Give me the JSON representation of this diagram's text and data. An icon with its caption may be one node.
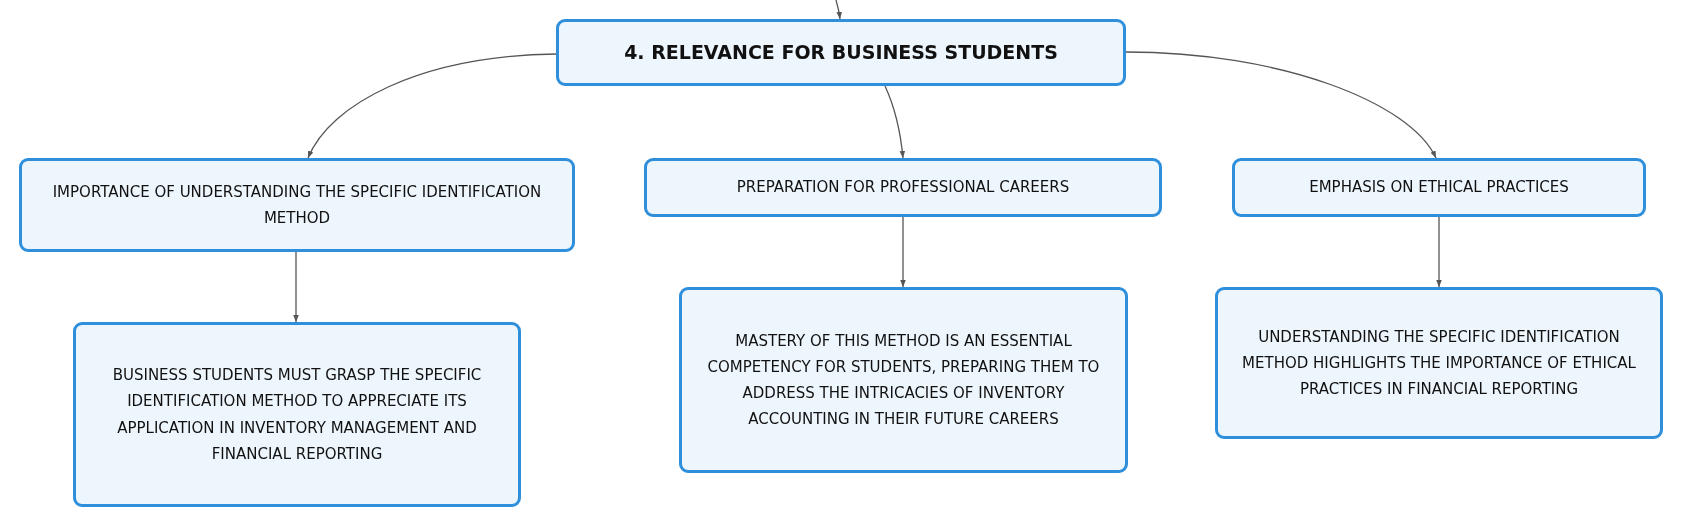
{
  "diagram": {
    "nodes": [
      {
        "text": [
          "4. RELEVANCE FOR BUSINESS STUDENTS"
        ]
      },
      {
        "text": [
          "IMPORTANCE OF UNDERSTANDING THE SPECIFIC IDENTIFICATION METHOD"
        ]
      },
      {
        "text": [
          "PREPARATION FOR PROFESSIONAL CAREERS"
        ]
      },
      {
        "text": [
          "EMPHASIS ON ETHICAL PRACTICES"
        ]
      },
      {
        "text": [
          "BUSINESS STUDENTS MUST GRASP THE SPECIFIC IDENTIFICATION METHOD TO APPRECIATE ITS APPLICATION IN INVENTORY MANAGEMENT AND FINANCIAL REPORTING"
        ]
      },
      {
        "text": [
          "MASTERY OF THIS METHOD IS AN ESSENTIAL COMPETENCY FOR STUDENTS, PREPARING THEM TO ADDRESS THE INTRICACIES OF INVENTORY ACCOUNTING IN THEIR FUTURE CAREERS"
        ]
      },
      {
        "text": [
          "UNDERSTANDING THE SPECIFIC IDENTIFICATION METHOD HIGHLIGHTS THE IMPORTANCE OF ETHICAL PRACTICES IN FINANCIAL REPORTING"
        ]
      }
    ],
    "edges": [
      {
        "from": null,
        "to": 0,
        "arrow": "to"
      },
      {
        "from": 0,
        "to": 1,
        "arrow": "to"
      },
      {
        "from": 0,
        "to": 2,
        "arrow": "to"
      },
      {
        "from": 0,
        "to": 3,
        "arrow": "to"
      },
      {
        "from": 1,
        "to": 4,
        "arrow": "to"
      },
      {
        "from": 2,
        "to": 5,
        "arrow": "to"
      },
      {
        "from": 3,
        "to": 6,
        "arrow": "to"
      }
    ]
  }
}
